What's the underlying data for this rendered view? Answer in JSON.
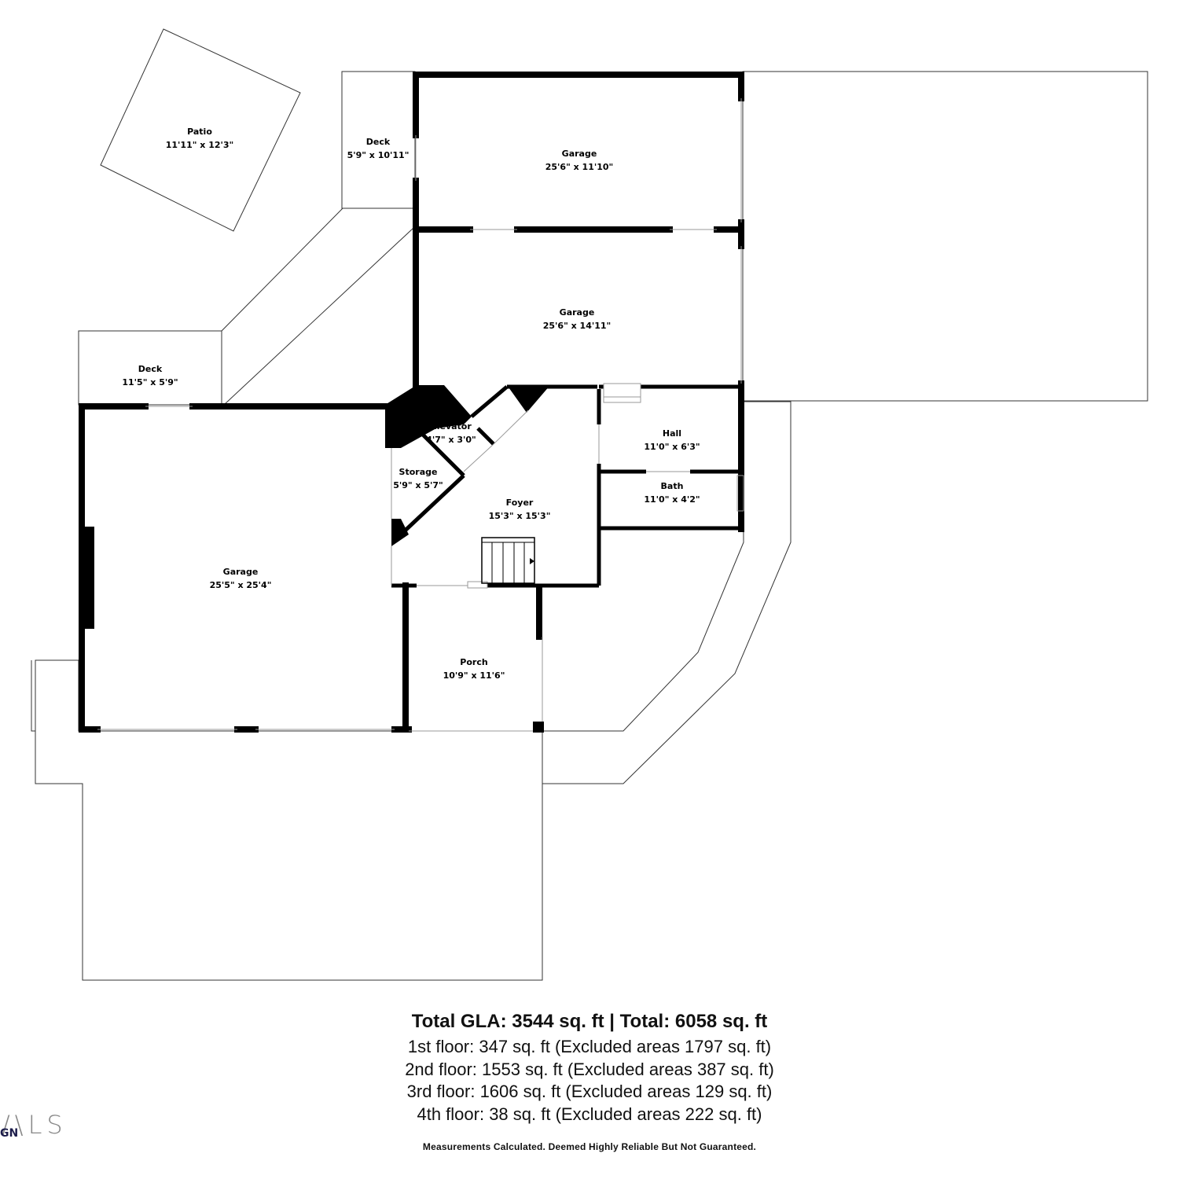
{
  "rooms": [
    {
      "name": "Patio",
      "dims": "11'11\" x 12'3\""
    },
    {
      "name": "Deck",
      "dims": "5'9\" x 10'11\""
    },
    {
      "name": "Garage",
      "dims": "25'6\" x 11'10\""
    },
    {
      "name": "Garage",
      "dims": "25'6\" x 14'11\""
    },
    {
      "name": "Deck",
      "dims": "11'5\" x 5'9\""
    },
    {
      "name": "Elevator",
      "dims": "4'7\" x 3'0\""
    },
    {
      "name": "Storage",
      "dims": "5'9\" x 5'7\""
    },
    {
      "name": "Hall",
      "dims": "11'0\" x 6'3\""
    },
    {
      "name": "Bath",
      "dims": "11'0\" x 4'2\""
    },
    {
      "name": "Foyer",
      "dims": "15'3\" x 15'3\""
    },
    {
      "name": "Garage",
      "dims": "25'5\" x 25'4\""
    },
    {
      "name": "Porch",
      "dims": "10'9\" x 11'6\""
    }
  ],
  "summary": {
    "total": "Total GLA: 3544 sq. ft | Total: 6058 sq. ft",
    "floors": [
      "1st floor: 347 sq. ft (Excluded areas 1797 sq. ft)",
      "2nd floor: 1553 sq. ft (Excluded areas 387 sq. ft)",
      "3rd floor: 1606 sq. ft (Excluded areas 129 sq. ft)",
      "4th floor: 38 sq. ft (Excluded areas 222 sq. ft)"
    ],
    "disclaimer": "Measurements Calculated. Deemed Highly Reliable But Not Guaranteed."
  },
  "logo": {
    "mark": "/\\LS",
    "sub": "GN"
  }
}
